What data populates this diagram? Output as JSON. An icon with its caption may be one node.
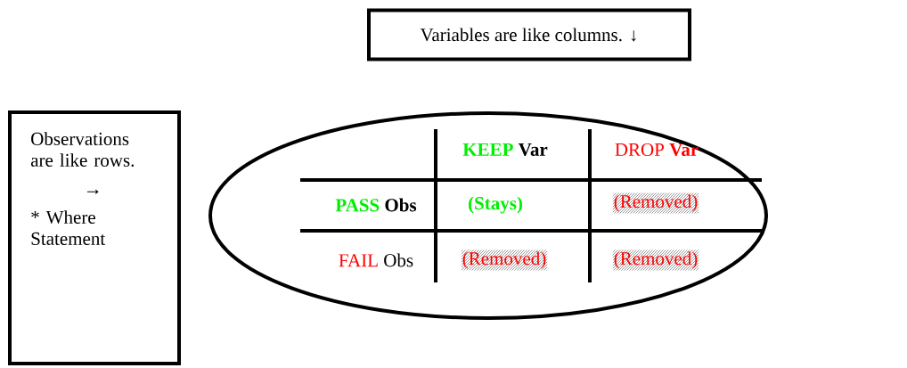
{
  "diagram": {
    "nodes": [
      {
        "text": [
          "Variables are like columns. ↓"
        ]
      },
      {
        "text": [
          "Observations are like rows.",
          "→",
          "* Where Statement"
        ]
      },
      {
        "text": [],
        "shape": "ellipse"
      }
    ],
    "labels": [
      "KEEP",
      "Var",
      "DROP",
      "Var",
      "PASS",
      "Obs",
      "(Stays)",
      "(Removed)",
      "FAIL",
      "Obs",
      "(Removed)",
      "(Removed)"
    ]
  }
}
